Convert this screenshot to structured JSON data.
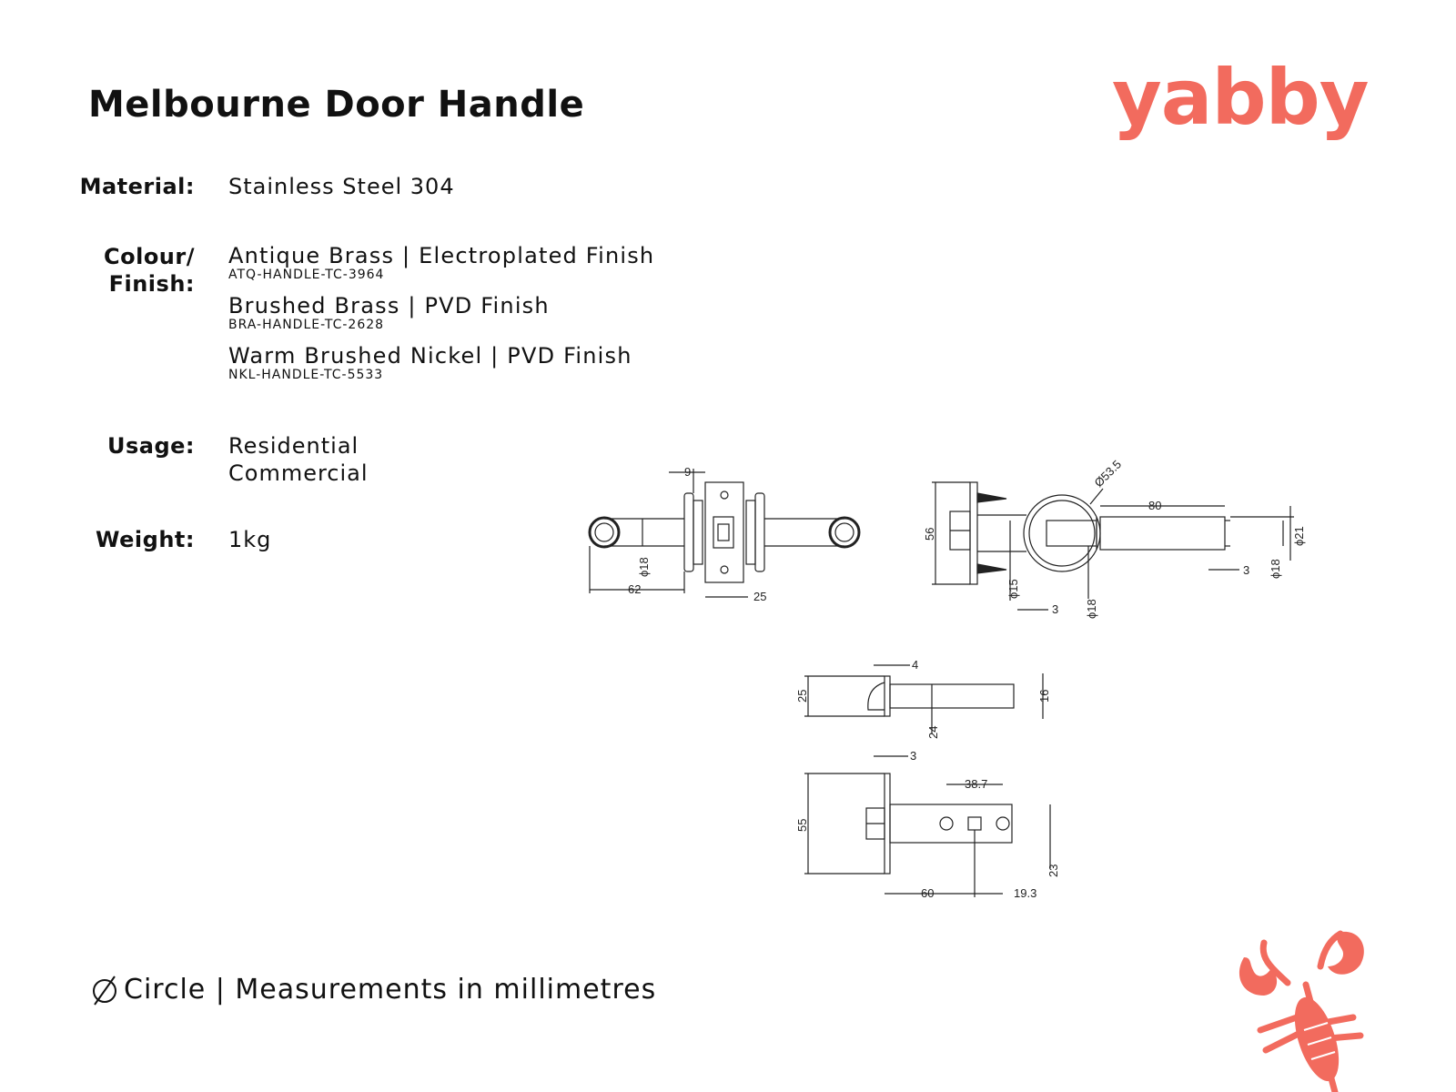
{
  "header": {
    "title": "Melbourne Door Handle",
    "brand": "yabby"
  },
  "specs": {
    "material": {
      "label": "Material:",
      "value": "Stainless Steel 304"
    },
    "colour": {
      "label_line1": "Colour/",
      "label_line2": "Finish:",
      "finishes": [
        {
          "name": "Antique Brass | Electroplated Finish",
          "code": "ATQ-HANDLE-TC-3964"
        },
        {
          "name": "Brushed Brass | PVD Finish",
          "code": "BRA-HANDLE-TC-2628"
        },
        {
          "name": "Warm Brushed Nickel | PVD Finish",
          "code": "NKL-HANDLE-TC-5533"
        }
      ]
    },
    "usage": {
      "label": "Usage:",
      "values": [
        "Residential",
        "Commercial"
      ]
    },
    "weight": {
      "label": "Weight:",
      "value": "1kg"
    }
  },
  "footer": {
    "text": "Circle | Measurements in millimetres"
  },
  "drawing": {
    "dims": {
      "front_9": "9",
      "front_18": "ϕ18",
      "front_62": "62",
      "front_25": "25",
      "side_53_5": "Ø53.5",
      "side_80": "80",
      "side_56": "56",
      "side_21": "ϕ21",
      "side_18_right": "ϕ18",
      "side_3_right": "3",
      "side_15": "ϕ15",
      "side_3": "3",
      "side_18_bottom": "ϕ18",
      "latch_4": "4",
      "latch_25": "25",
      "latch_16": "16",
      "latch_24": "24",
      "plate_3": "3",
      "plate_38_7": "38.7",
      "plate_55": "55",
      "plate_23": "23",
      "plate_60": "60",
      "plate_19_3": "19.3"
    }
  },
  "colors": {
    "brand": "#f26b5e",
    "text": "#111111",
    "line": "#222222"
  },
  "icons": [
    "diameter-icon",
    "lobster-icon"
  ]
}
